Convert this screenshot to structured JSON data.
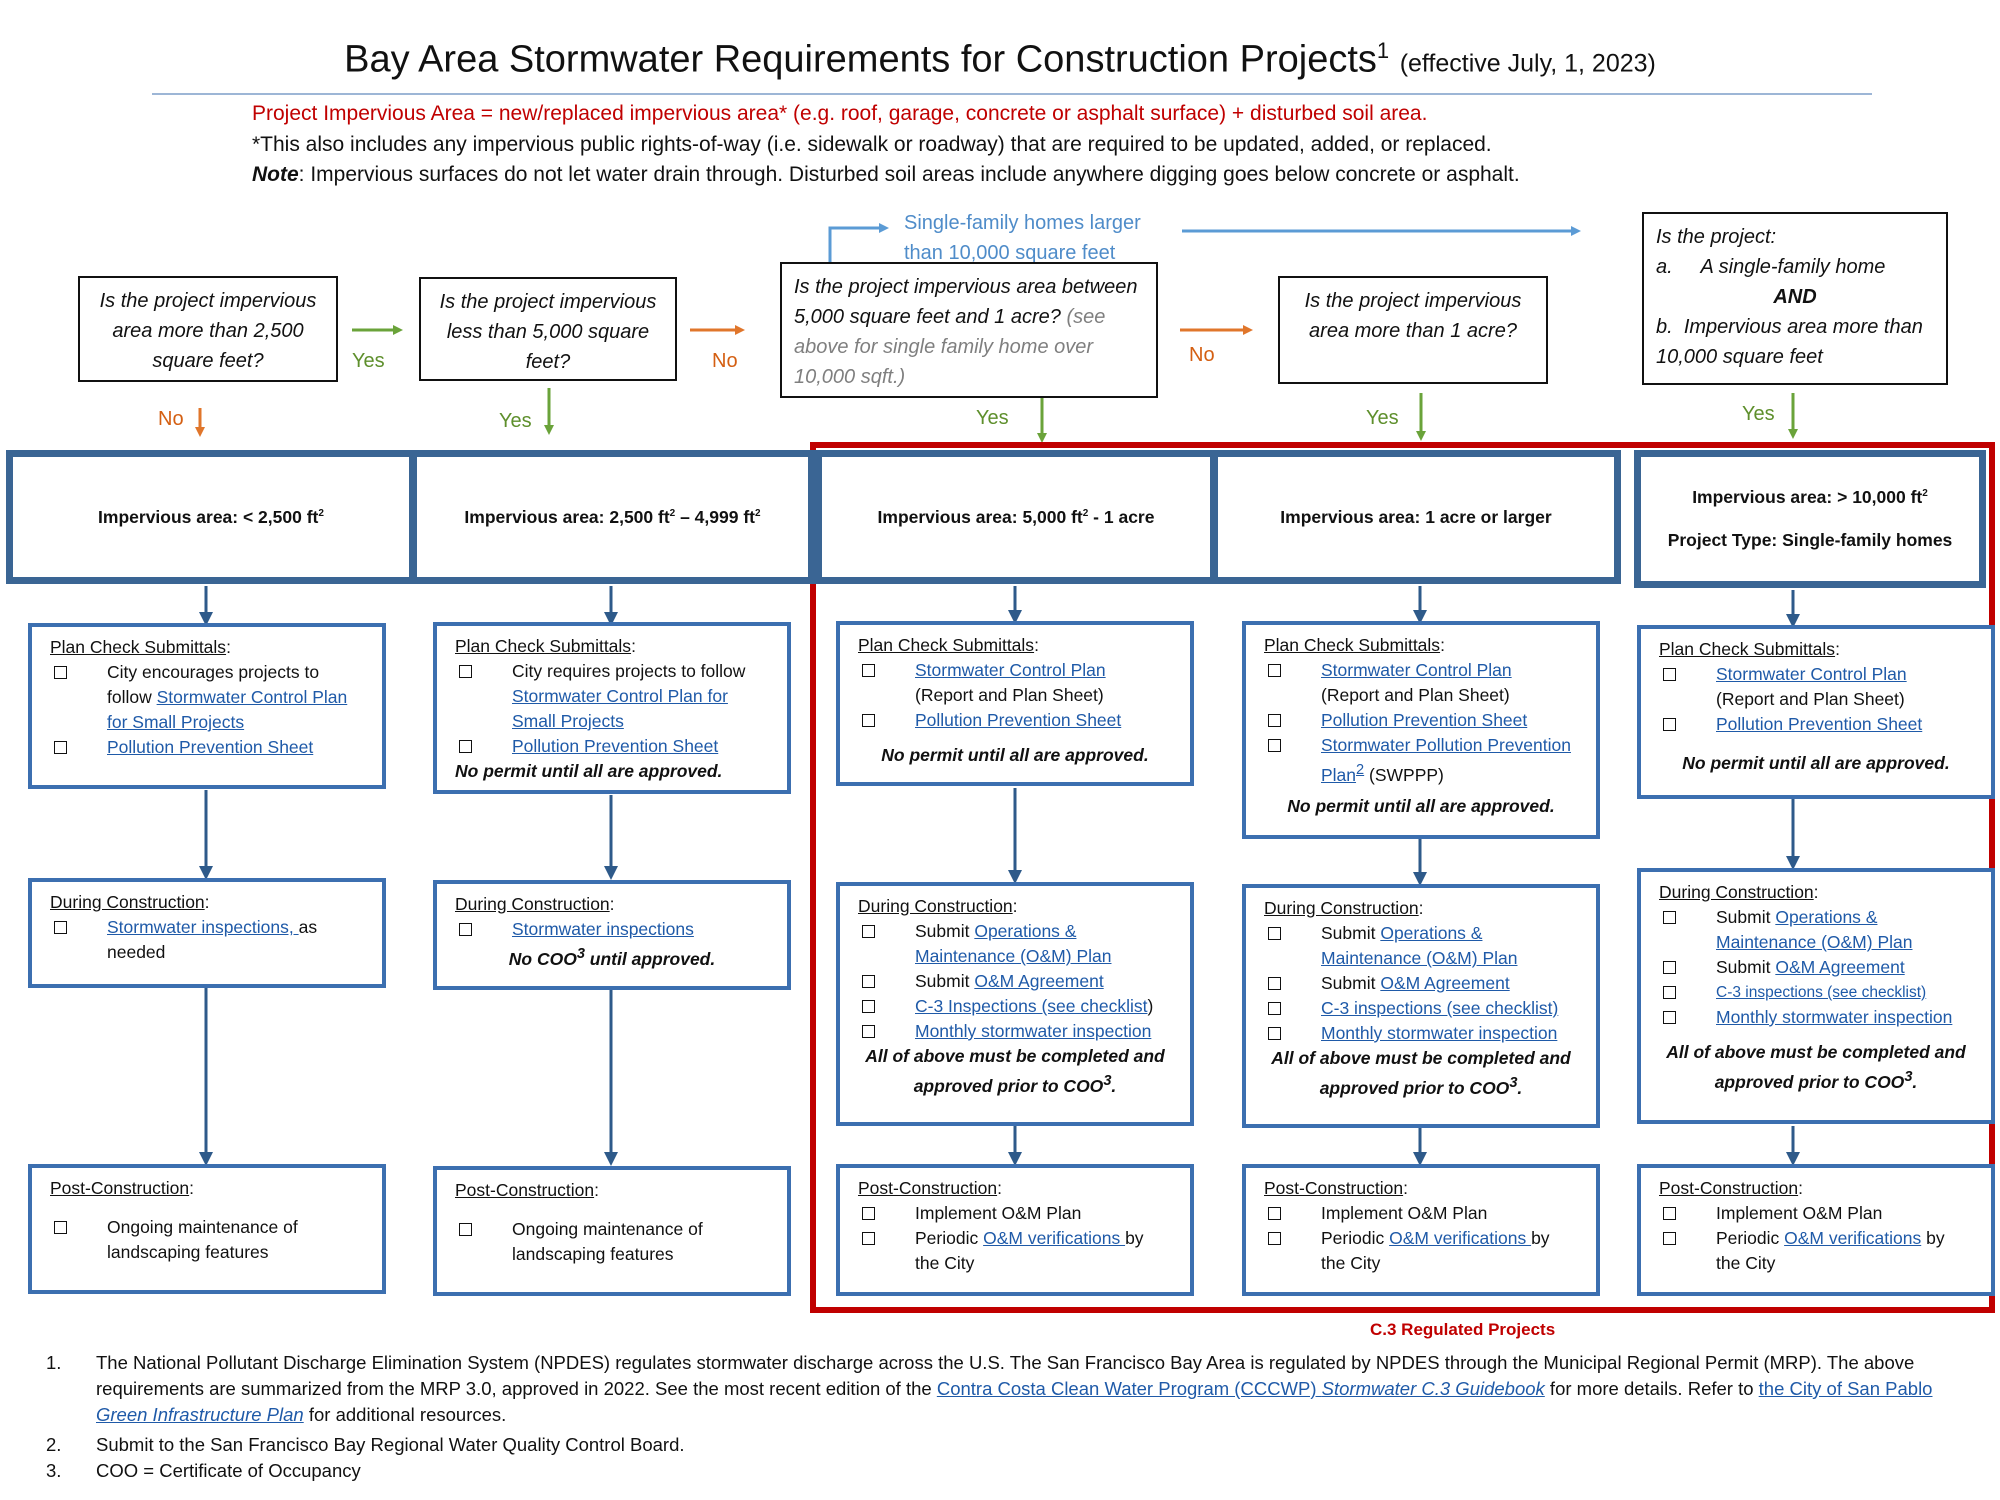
{
  "title": {
    "main": "Bay Area Stormwater Requirements for Construction Projects",
    "sup": "1",
    "effective": "(effective July, 1, 2023)"
  },
  "intro": {
    "line1": "Project Impervious Area = new/replaced impervious area* (e.g. roof, garage, concrete or asphalt surface) + disturbed soil area.",
    "line2": "*This also includes any impervious public rights-of-way (i.e. sidewalk or roadway) that are required to be updated, added, or replaced.",
    "line3_bold": "Note",
    "line3": ": Impervious surfaces do not let water drain through. Disturbed soil areas include anywhere digging goes below concrete or asphalt."
  },
  "questions": {
    "q1": "Is the project impervious area more than 2,500 square feet?",
    "q2": "Is the project impervious less than 5,000 square feet?",
    "q3_main": "Is the project impervious area between 5,000 square feet and 1 acre?",
    "q3_note": "(see above for single family home over 10,000 sqft.)",
    "q4": "Is the project impervious area more than 1 acre?",
    "q5_intro": "Is the project:",
    "q5_a_letter": "a.",
    "q5_a": "A single-family home",
    "q5_and": "AND",
    "q5_b_letter": "b.",
    "q5_b": "Impervious area more than 10,000 square feet"
  },
  "flow_labels": {
    "yes": "Yes",
    "no": "No",
    "single_family_line1": "Single-family homes larger",
    "single_family_line2": "than 10,000 square feet"
  },
  "headers": {
    "h1_text": "Impervious area: < 2,500 ft",
    "h2_text_a": "Impervious area: 2,500 ft",
    "h2_text_b": " – 4,999 ft",
    "h3_text_a": "Impervious area: 5,000 ft",
    "h3_text_b": " - 1 acre",
    "h4_text": "Impervious area: 1 acre or larger",
    "h5_text_a": "Impervious area: > 10,000 ft",
    "h5_text_b": "Project Type: Single-family homes",
    "sq": "2"
  },
  "section_heads": {
    "plan": "Plan Check Submittals",
    "during": "During Construction",
    "post": "Post-Construction",
    "colon": ":"
  },
  "col1": {
    "plan_i1_text": "City encourages projects to follow ",
    "plan_i1_link": "Stormwater Control Plan for Small Projects",
    "plan_i2_link": "Pollution Prevention Sheet",
    "during_i1_link": "Stormwater inspections, ",
    "during_i1_text": "as needed",
    "post_i1": "Ongoing maintenance of landscaping features"
  },
  "col2": {
    "plan_i1_text": "City requires projects to follow ",
    "plan_i1_link": "Stormwater Control Plan for Small Projects",
    "plan_i2_link": "Pollution Prevention Sheet",
    "plan_note": "No permit until all are approved.",
    "during_i1_link": "Stormwater inspections",
    "during_note_a": "No COO",
    "during_note_sup": "3",
    "during_note_b": " until approved.",
    "post_i1": "Ongoing maintenance of landscaping features"
  },
  "col3": {
    "plan_i1_link": "Stormwater Control Plan",
    "plan_i1_text": "(Report and Plan Sheet)",
    "plan_i2_link": "Pollution Prevention Sheet",
    "plan_note": "No permit until all are approved.",
    "submit": "Submit ",
    "during_i1_link": "Operations & Maintenance (O&M) Plan",
    "during_i2_link": "O&M Agreement",
    "during_i3_link": "C-3 Inspections (see checklist",
    "during_i3_tail": ")",
    "during_i4_link": "Monthly stormwater inspection",
    "during_note_a": "All of above must be completed and approved prior to COO",
    "during_note_sup": "3",
    "during_note_b": ".",
    "post_i1": "Implement O&M Plan",
    "post_i2_text": "Periodic ",
    "post_i2_link": "O&M verifications ",
    "post_i2_tail": "by the City"
  },
  "col4": {
    "plan_i1_link": "Stormwater Control Plan",
    "plan_i1_text": "(Report and Plan Sheet)",
    "plan_i2_link": "Pollution Prevention Sheet",
    "plan_i3_link": "Stormwater Pollution Prevention Plan",
    "plan_i3_sup": "2",
    "plan_i3_tail": " (SWPPP)",
    "plan_note": "No permit until all are approved.",
    "submit": "Submit ",
    "during_i1_link": "Operations & Maintenance (O&M) Plan",
    "during_i2_link": "O&M Agreement",
    "during_i3_link": "C-3 inspections (see checklist)",
    "during_i4_link": "Monthly stormwater inspection",
    "during_note_a": "All of above must be completed and approved prior to COO",
    "during_note_sup": "3",
    "during_note_b": ".",
    "post_i1": "Implement O&M Plan",
    "post_i2_text": "Periodic ",
    "post_i2_link": "O&M verifications ",
    "post_i2_tail": "by the City"
  },
  "col5": {
    "plan_i1_link": "Stormwater Control Plan",
    "plan_i1_text": "(Report and Plan Sheet)",
    "plan_i2_link": "Pollution Prevention Sheet",
    "plan_note": "No permit until all are approved.",
    "submit": "Submit ",
    "during_i1_link": "Operations & Maintenance (O&M) Plan",
    "during_i2_link": "O&M Agreement",
    "during_i3_link": "C-3 inspections (see checklist)",
    "during_i4_link": "Monthly stormwater inspection",
    "during_note_a": "All of above must be completed and approved prior to COO",
    "during_note_sup": "3",
    "during_note_b": ".",
    "post_i1": "Implement O&M Plan",
    "post_i2_text": "Periodic ",
    "post_i2_link": "O&M verifications",
    "post_i2_tail": " by the City"
  },
  "c3_label": "C.3 Regulated Projects",
  "footnotes": {
    "n1": "1.",
    "f1_a": "The National Pollutant Discharge Elimination System (NPDES) regulates stormwater discharge across the U.S. The San Francisco Bay Area is regulated by NPDES through the Municipal Regional Permit (MRP). The above requirements are summarized from the MRP 3.0, approved in 2022. See the most recent edition of the ",
    "f1_link1": "Contra Costa Clean Water Program (CCCWP) ",
    "f1_link1_it": "Stormwater C.3 Guidebook",
    "f1_b": " for more details. Refer to ",
    "f1_link2": "the City of San Pablo ",
    "f1_link2_it": "Green Infrastructure Plan",
    "f1_c": " for additional resources.",
    "n2": "2.",
    "f2": "Submit to the San Francisco Bay Regional Water Quality Control Board.",
    "n3": "3.",
    "f3": "COO = Certificate of Occupancy"
  },
  "colors": {
    "red": "#c00000",
    "header_border": "#3a6594",
    "box_border": "#3c6fb0",
    "link": "#1f5aa8",
    "yes_green": "#5e8f2c",
    "no_orange": "#d45f12",
    "single_family_blue": "#4f8cc9"
  }
}
